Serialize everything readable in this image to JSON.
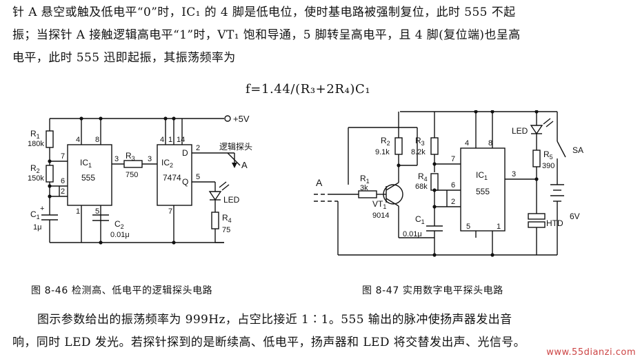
{
  "text_top": {
    "line1": "针 A 悬空或触及低电平“0”时，IC₁ 的 4 脚是低电位，使时基电路被强制复位，此时 555 不起",
    "line2": "振；当探针 A 接触逻辑高电平“1”时，VT₁ 饱和导通，5 脚转呈高电平，且 4 脚(复位端)也呈高",
    "line3": "电平，此时 555 迅即起振，其振荡频率为"
  },
  "formula": "f=1.44/(R₃+2R₄)C₁",
  "fig46": {
    "supply": "+5V",
    "r1": "R",
    "r1_sub": "1",
    "r1_val": "180k",
    "r2": "R",
    "r2_sub": "2",
    "r2_val": "150k",
    "c1": "C",
    "c1_sub": "1",
    "c1_plus": "+",
    "c1_val": "1μ",
    "ic1": "IC",
    "ic1_sub": "1",
    "ic1_type": "555",
    "pin_4": "4",
    "pin_8": "8",
    "pin_7": "7",
    "pin_6": "6",
    "pin_2": "2",
    "pin_1": "1",
    "pin_5": "5",
    "pin_3a": "3",
    "r3": "R",
    "r3_sub": "3",
    "r3_val": "750",
    "pin_3b": "3",
    "ic2": "IC",
    "ic2_sub": "2",
    "ic2_type": "7474",
    "ic2_pin4": "4",
    "ic2_pin14": "14",
    "ic2_pin1": "1",
    "ic2_pin2": "2",
    "ic2_pin5": "5",
    "ic2_pin7": "7",
    "d_label": "D",
    "q_label": "Q",
    "probe_label": "逻辑探头",
    "probe_a": "A",
    "led": "LED",
    "r4": "R",
    "r4_sub": "4",
    "r4_val": "75",
    "c2": "C",
    "c2_sub": "2",
    "c2_val": "0.01μ"
  },
  "fig47": {
    "a_label": "A",
    "r1": "R",
    "r1_sub": "1",
    "r1_val": "3k",
    "r2": "R",
    "r2_sub": "2",
    "r2_val": "9.1k",
    "r3": "R",
    "r3_sub": "3",
    "r3_val": "8.2k",
    "r4": "R",
    "r4_sub": "4",
    "r4_val": "68k",
    "vt1": "VT",
    "vt1_sub": "1",
    "vt1_type": "9014",
    "c1": "C",
    "c1_sub": "1",
    "c1_val": "0.01μ",
    "ic1": "IC",
    "ic1_sub": "1",
    "ic1_type": "555",
    "pin_4": "4",
    "pin_8": "8",
    "pin_7": "7",
    "pin_6": "6",
    "pin_2": "2",
    "pin_5": "5",
    "pin_1": "1",
    "pin_3": "3",
    "led": "LED",
    "r5": "R",
    "r5_sub": "5",
    "r5_val": "390",
    "htd": "HTD",
    "sa": "SA",
    "batt": "6V"
  },
  "captions": {
    "fig46": "图 8-46   检测高、低电平的逻辑探头电路",
    "fig47": "图 8-47   实用数字电平探头电路"
  },
  "text_bottom": {
    "line1": "图示参数给出的振荡频率为 999Hz，占空比接近 1∶1。555 输出的脉冲使扬声器发出音",
    "line2": "响，同时 LED 发光。若探针探到的是断续高、低电平，扬声器和 LED 将交替发出声、光信号。"
  },
  "watermark": "www.55dianzi.com"
}
